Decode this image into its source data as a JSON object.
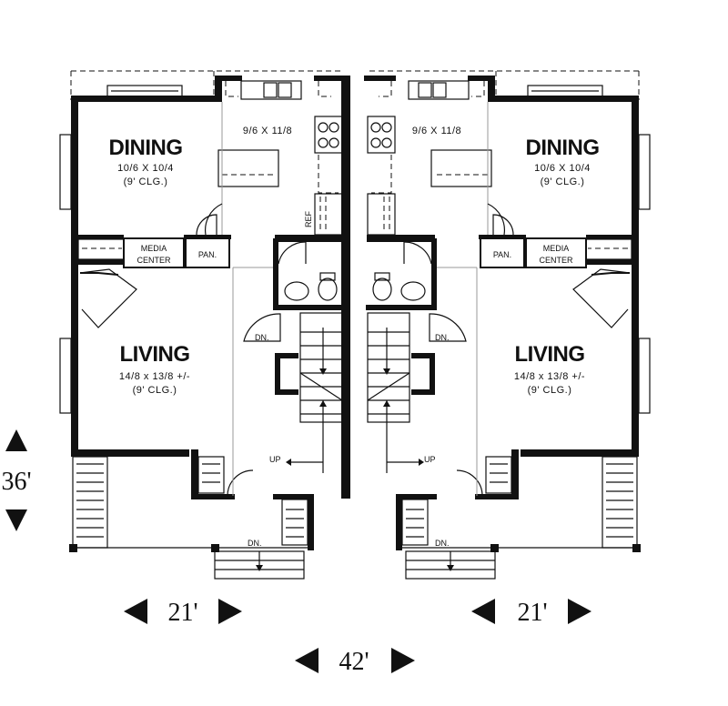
{
  "units": {
    "left": {
      "dining": {
        "name": "DINING",
        "size": "10/6  X  10/4",
        "ceiling": "(9'  CLG.)"
      },
      "kitchen": {
        "size": "9/6  X  11/8"
      },
      "living": {
        "name": "LIVING",
        "size": "14/8  x  13/8  +/-",
        "ceiling": "(9'  CLG.)"
      },
      "media": {
        "line1": "MEDIA",
        "line2": "CENTER"
      },
      "pantry": "PAN.",
      "ref": "REF",
      "stair_down": "DN.",
      "stair_up": "UP",
      "porch_down": "DN."
    },
    "right": {
      "dining": {
        "name": "DINING",
        "size": "10/6  X  10/4",
        "ceiling": "(9'  CLG.)"
      },
      "kitchen": {
        "size": "9/6  X  11/8"
      },
      "living": {
        "name": "LIVING",
        "size": "14/8  x  13/8  +/-",
        "ceiling": "(9'  CLG.)"
      },
      "media": {
        "line1": "MEDIA",
        "line2": "CENTER"
      },
      "pantry": "PAN.",
      "stair_down": "DN.",
      "stair_up": "UP",
      "porch_down": "DN."
    }
  },
  "dimensions": {
    "depth": "36'",
    "left_width": "21'",
    "right_width": "21'",
    "total_width": "42'"
  }
}
